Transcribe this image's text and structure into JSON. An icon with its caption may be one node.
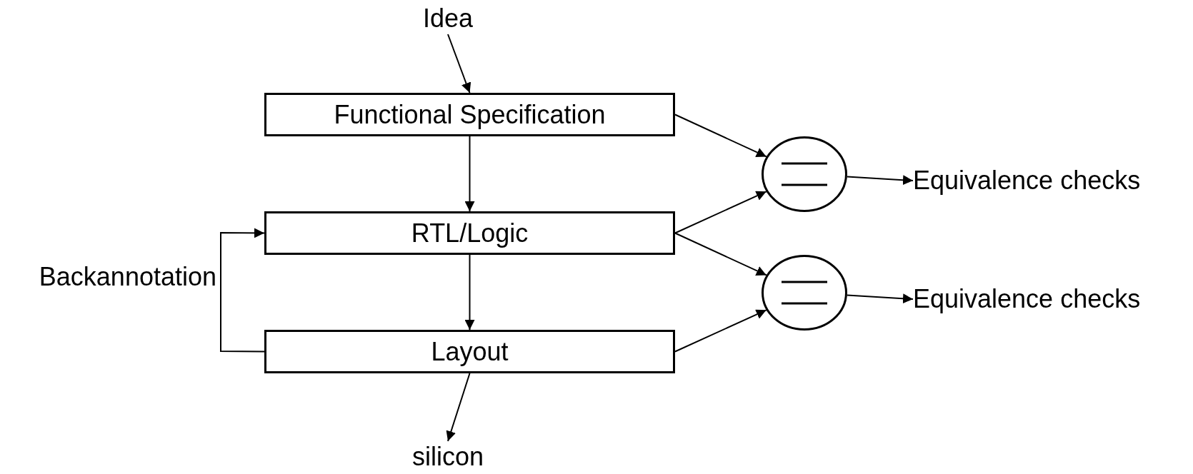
{
  "diagram": {
    "nodes": [
      {
        "text": [
          "Idea"
        ]
      },
      {
        "text": [
          "Functional Specification"
        ]
      },
      {
        "text": [
          "RTL/Logic"
        ]
      },
      {
        "text": [
          "Layout"
        ]
      },
      {
        "text": [
          "silicon"
        ]
      },
      {
        "text": [],
        "shape": "circle"
      },
      {
        "text": [],
        "shape": "circle"
      },
      {
        "text": [
          "Equivalence checks"
        ]
      },
      {
        "text": [
          "Equivalence checks"
        ]
      }
    ],
    "edges": [
      {
        "from": 0,
        "to": 1,
        "arrow": "to"
      },
      {
        "from": 1,
        "to": 2,
        "arrow": "to"
      },
      {
        "from": 2,
        "to": 3,
        "arrow": "to"
      },
      {
        "from": 3,
        "to": 4,
        "arrow": "to"
      },
      {
        "from": 1,
        "to": 5,
        "arrow": "to"
      },
      {
        "from": 2,
        "to": 5,
        "arrow": "to"
      },
      {
        "from": 2,
        "to": 6,
        "arrow": "to"
      },
      {
        "from": 3,
        "to": 6,
        "arrow": "to"
      },
      {
        "from": 5,
        "to": 7,
        "arrow": "to"
      },
      {
        "from": 6,
        "to": 8,
        "arrow": "to"
      },
      {
        "from": 3,
        "to": 2,
        "arrow": "to",
        "label": "Backannotation"
      }
    ]
  }
}
